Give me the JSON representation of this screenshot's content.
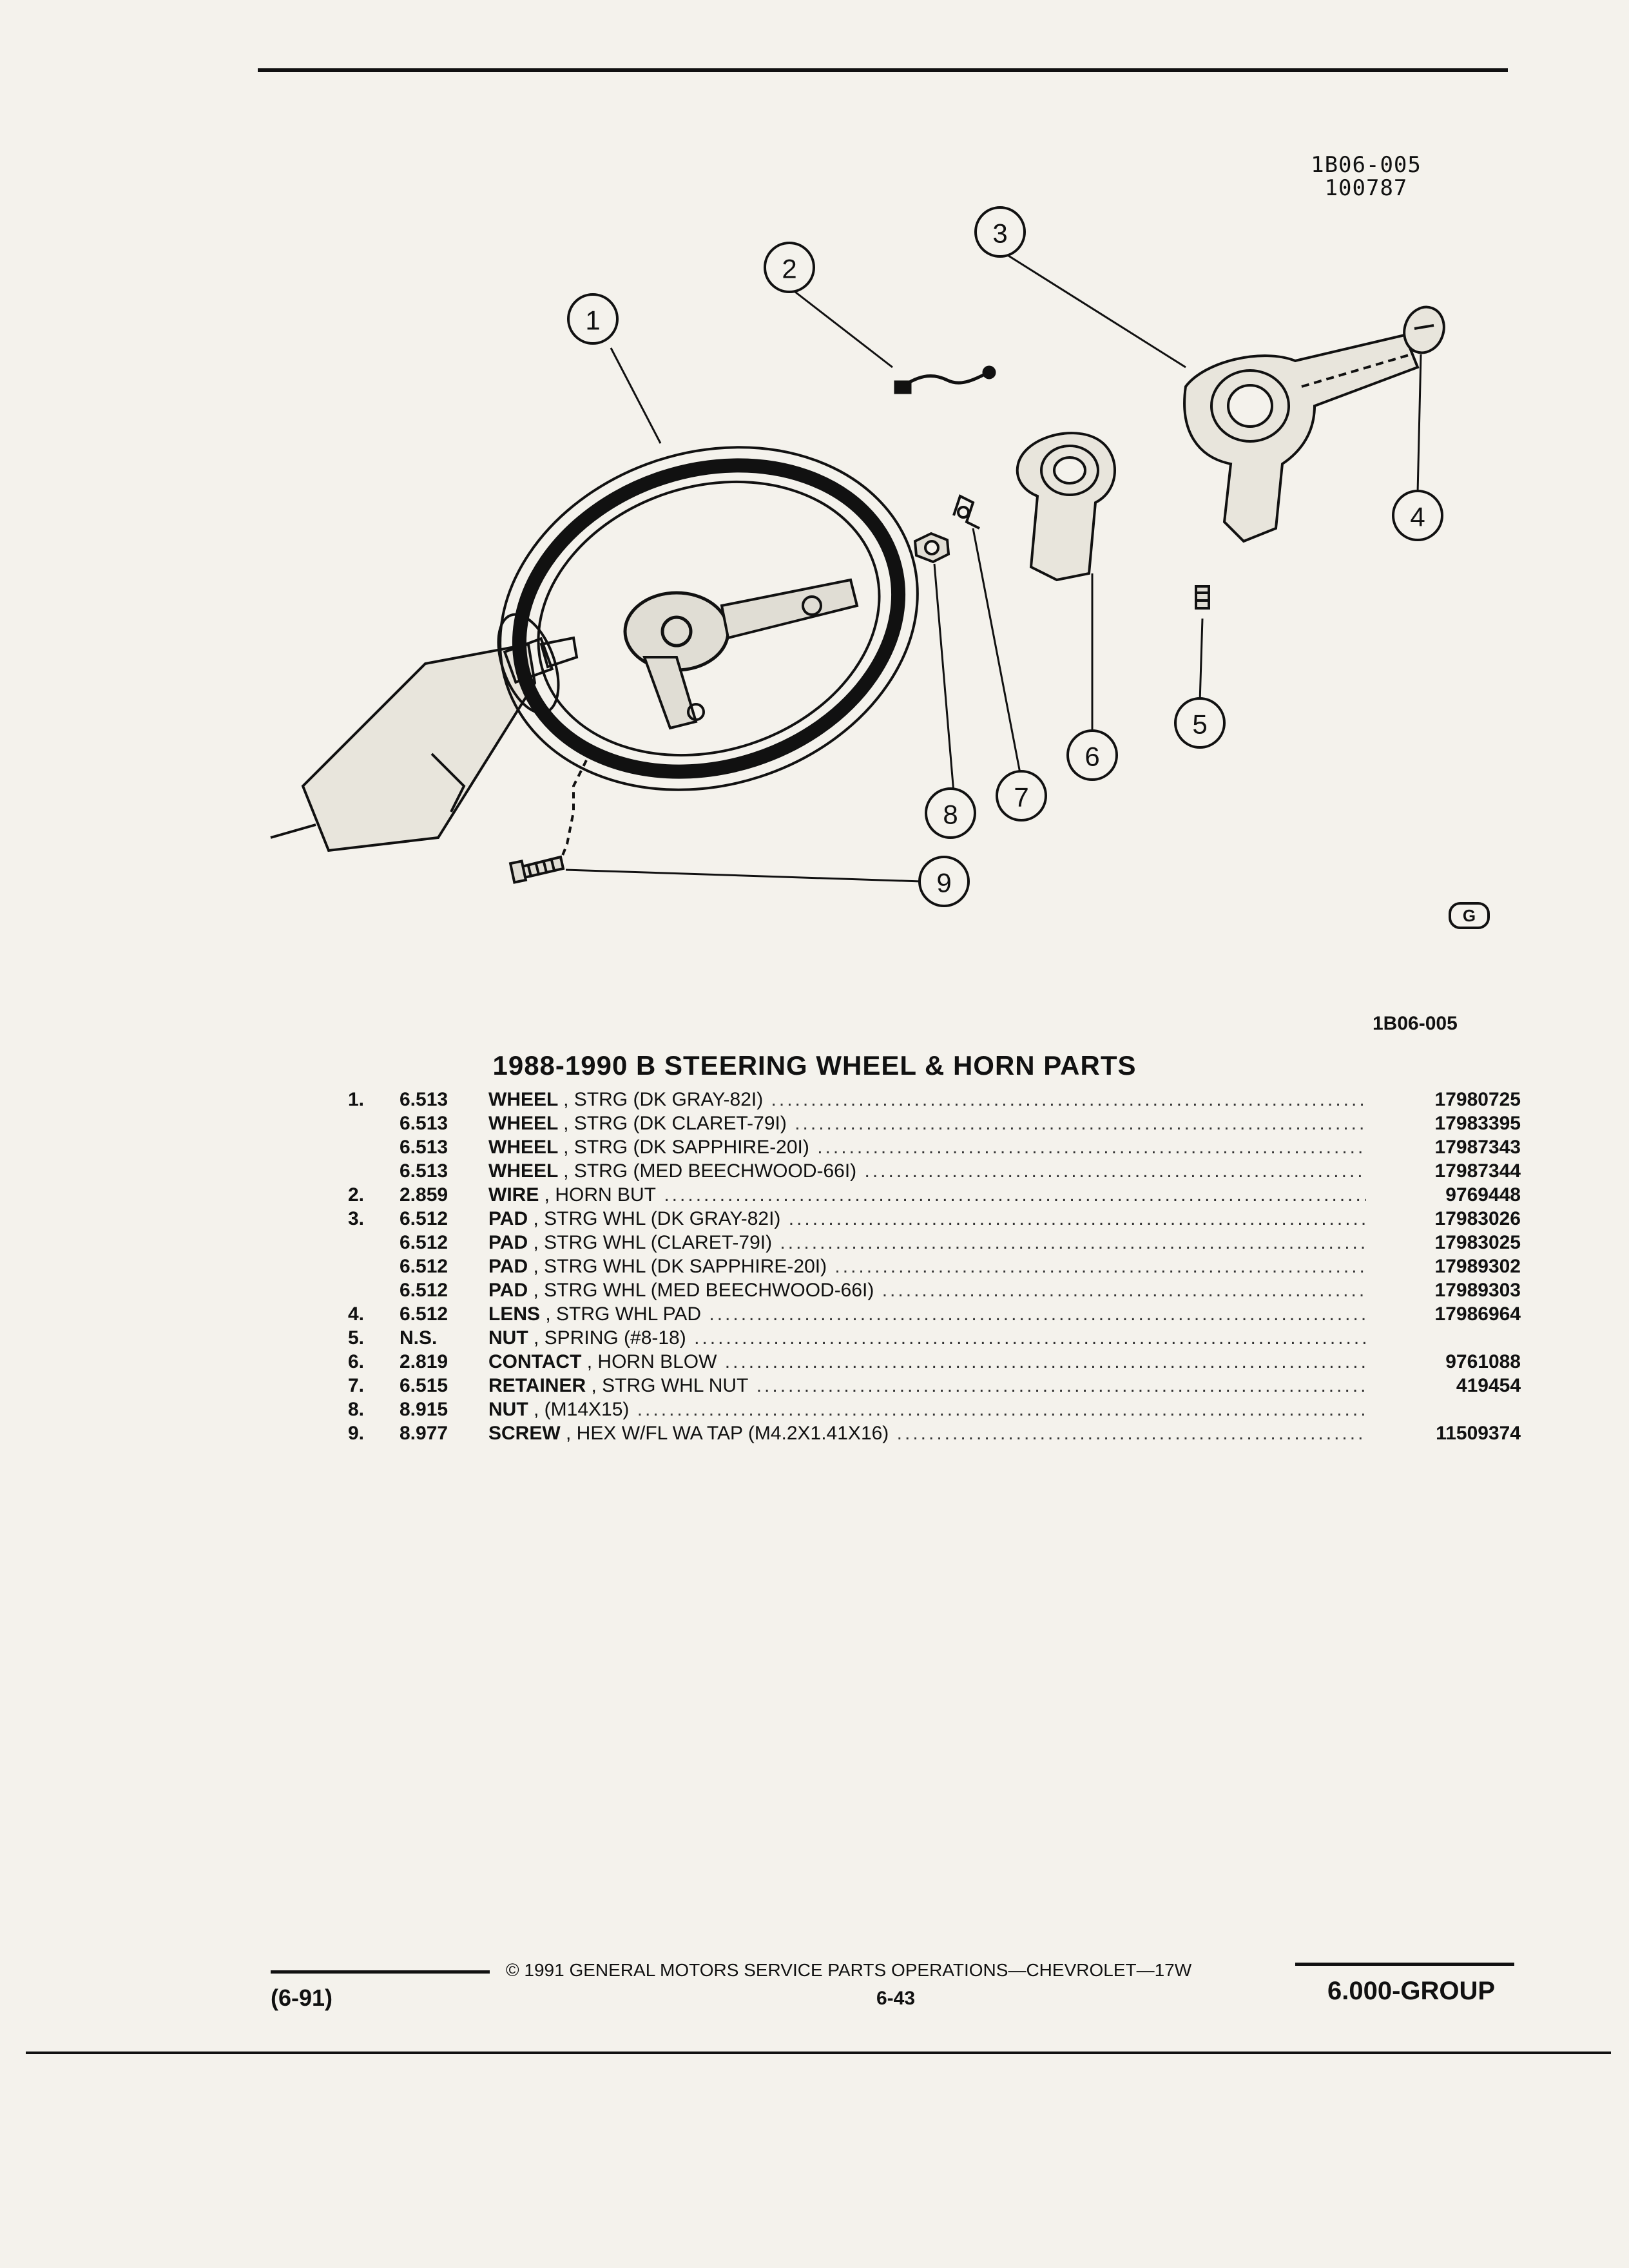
{
  "header": {
    "drawing_code": "1B06-005",
    "drawing_date": "100787"
  },
  "figure": {
    "callouts": [
      "1",
      "2",
      "3",
      "4",
      "5",
      "6",
      "7",
      "8",
      "9"
    ],
    "logo_letter": "G",
    "illustration_ref": "1B06-005"
  },
  "title": "1988-1990 B STEERING WHEEL & HORN PARTS",
  "parts": [
    {
      "item": "1.",
      "ref": "6.513",
      "name": "WHEEL",
      "desc": ", STRG (DK GRAY-82I)",
      "part": "17980725"
    },
    {
      "item": "",
      "ref": "6.513",
      "name": "WHEEL",
      "desc": ", STRG (DK CLARET-79I)",
      "part": "17983395"
    },
    {
      "item": "",
      "ref": "6.513",
      "name": "WHEEL",
      "desc": ", STRG (DK SAPPHIRE-20I)",
      "part": "17987343"
    },
    {
      "item": "",
      "ref": "6.513",
      "name": "WHEEL",
      "desc": ", STRG (MED BEECHWOOD-66I)",
      "part": "17987344"
    },
    {
      "item": "2.",
      "ref": "2.859",
      "name": "WIRE",
      "desc": ", HORN BUT",
      "part": "9769448"
    },
    {
      "item": "3.",
      "ref": "6.512",
      "name": "PAD",
      "desc": ", STRG WHL (DK GRAY-82I)",
      "part": "17983026"
    },
    {
      "item": "",
      "ref": "6.512",
      "name": "PAD",
      "desc": ", STRG WHL (CLARET-79I)",
      "part": "17983025"
    },
    {
      "item": "",
      "ref": "6.512",
      "name": "PAD",
      "desc": ", STRG WHL (DK SAPPHIRE-20I)",
      "part": "17989302"
    },
    {
      "item": "",
      "ref": "6.512",
      "name": "PAD",
      "desc": ", STRG WHL (MED BEECHWOOD-66I)",
      "part": "17989303"
    },
    {
      "item": "4.",
      "ref": "6.512",
      "name": "LENS",
      "desc": ", STRG WHL PAD",
      "part": "17986964"
    },
    {
      "item": "5.",
      "ref": "N.S.",
      "name": "NUT",
      "desc": ", SPRING (#8-18)",
      "part": ""
    },
    {
      "item": "6.",
      "ref": "2.819",
      "name": "CONTACT",
      "desc": ", HORN BLOW",
      "part": "9761088"
    },
    {
      "item": "7.",
      "ref": "6.515",
      "name": "RETAINER",
      "desc": ", STRG WHL NUT",
      "part": "419454"
    },
    {
      "item": "8.",
      "ref": "8.915",
      "name": "NUT",
      "desc": ", (M14X15)",
      "part": ""
    },
    {
      "item": "9.",
      "ref": "8.977",
      "name": "SCREW",
      "desc": ", HEX W/FL WA TAP (M4.2X1.41X16)",
      "part": "11509374"
    }
  ],
  "footer": {
    "copyright": "© 1991 GENERAL MOTORS SERVICE PARTS OPERATIONS—CHEVROLET—17W",
    "page": "6-43",
    "date": "(6-91)",
    "group": "6.000-GROUP"
  }
}
